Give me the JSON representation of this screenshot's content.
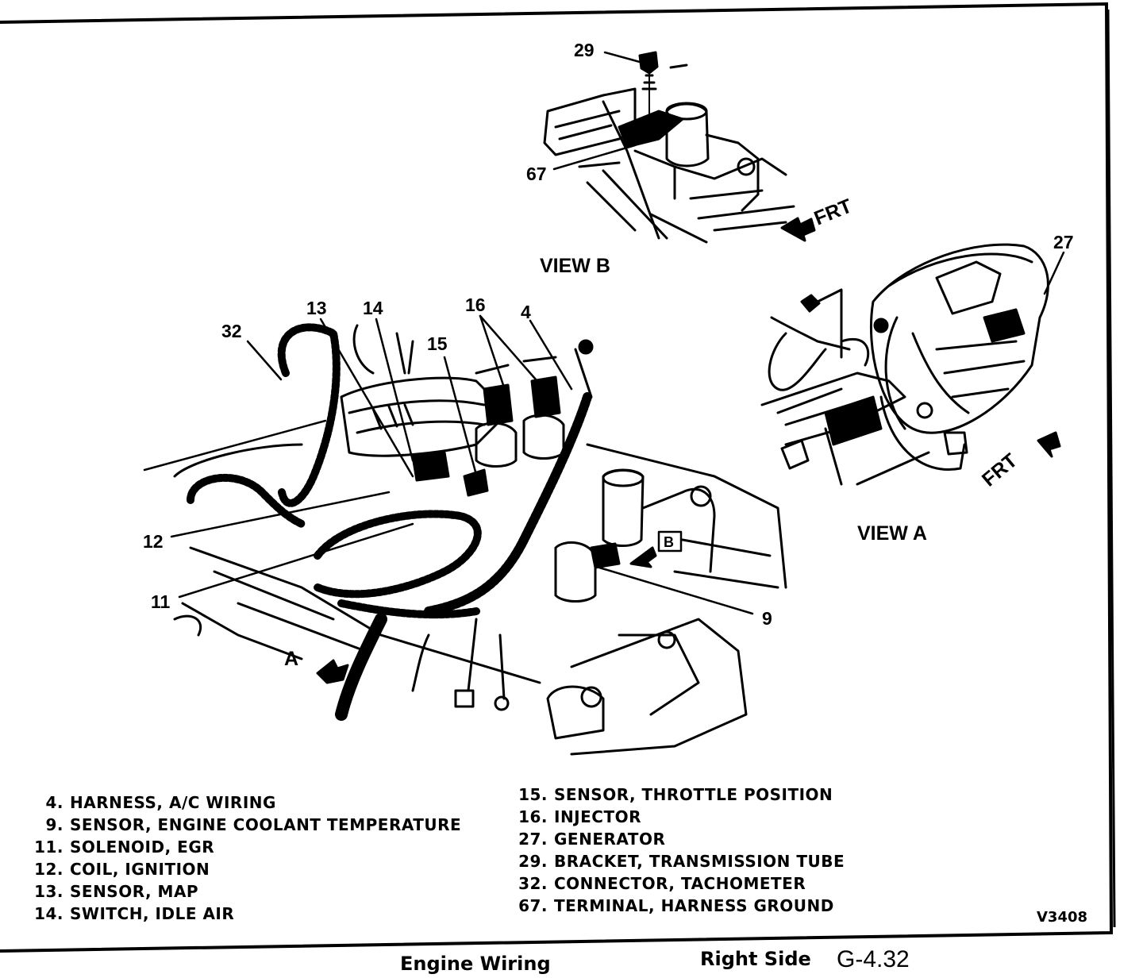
{
  "labels": {
    "c29": "29",
    "c67": "67",
    "c27": "27",
    "c32": "32",
    "c13": "13",
    "c14": "14",
    "c15": "15",
    "c16": "16",
    "c4": "4",
    "c12": "12",
    "c11": "11",
    "c9": "9",
    "frt_b": "FRT",
    "frt_a": "FRT",
    "view_b": "VIEW B",
    "view_a": "VIEW  A",
    "arrow_a": "A",
    "box_b": "B"
  },
  "legend_left": [
    {
      "num": "4.",
      "text": "HARNESS, A/C WIRING"
    },
    {
      "num": "9.",
      "text": "SENSOR, ENGINE COOLANT TEMPERATURE"
    },
    {
      "num": "11.",
      "text": "SOLENOID, EGR"
    },
    {
      "num": "12.",
      "text": "COIL, IGNITION"
    },
    {
      "num": "13.",
      "text": "SENSOR, MAP"
    },
    {
      "num": "14.",
      "text": "SWITCH, IDLE AIR"
    }
  ],
  "legend_right": [
    {
      "num": "15.",
      "text": "SENSOR, THROTTLE POSITION"
    },
    {
      "num": "16.",
      "text": "INJECTOR"
    },
    {
      "num": "27.",
      "text": "GENERATOR"
    },
    {
      "num": "29.",
      "text": "BRACKET, TRANSMISSION TUBE"
    },
    {
      "num": "32.",
      "text": "CONNECTOR, TACHOMETER"
    },
    {
      "num": "67.",
      "text": "TERMINAL, HARNESS GROUND"
    }
  ],
  "figure_code": "V3408",
  "footer": {
    "title": "Engine Wiring",
    "side": "Right Side",
    "page": "G-4.32"
  }
}
